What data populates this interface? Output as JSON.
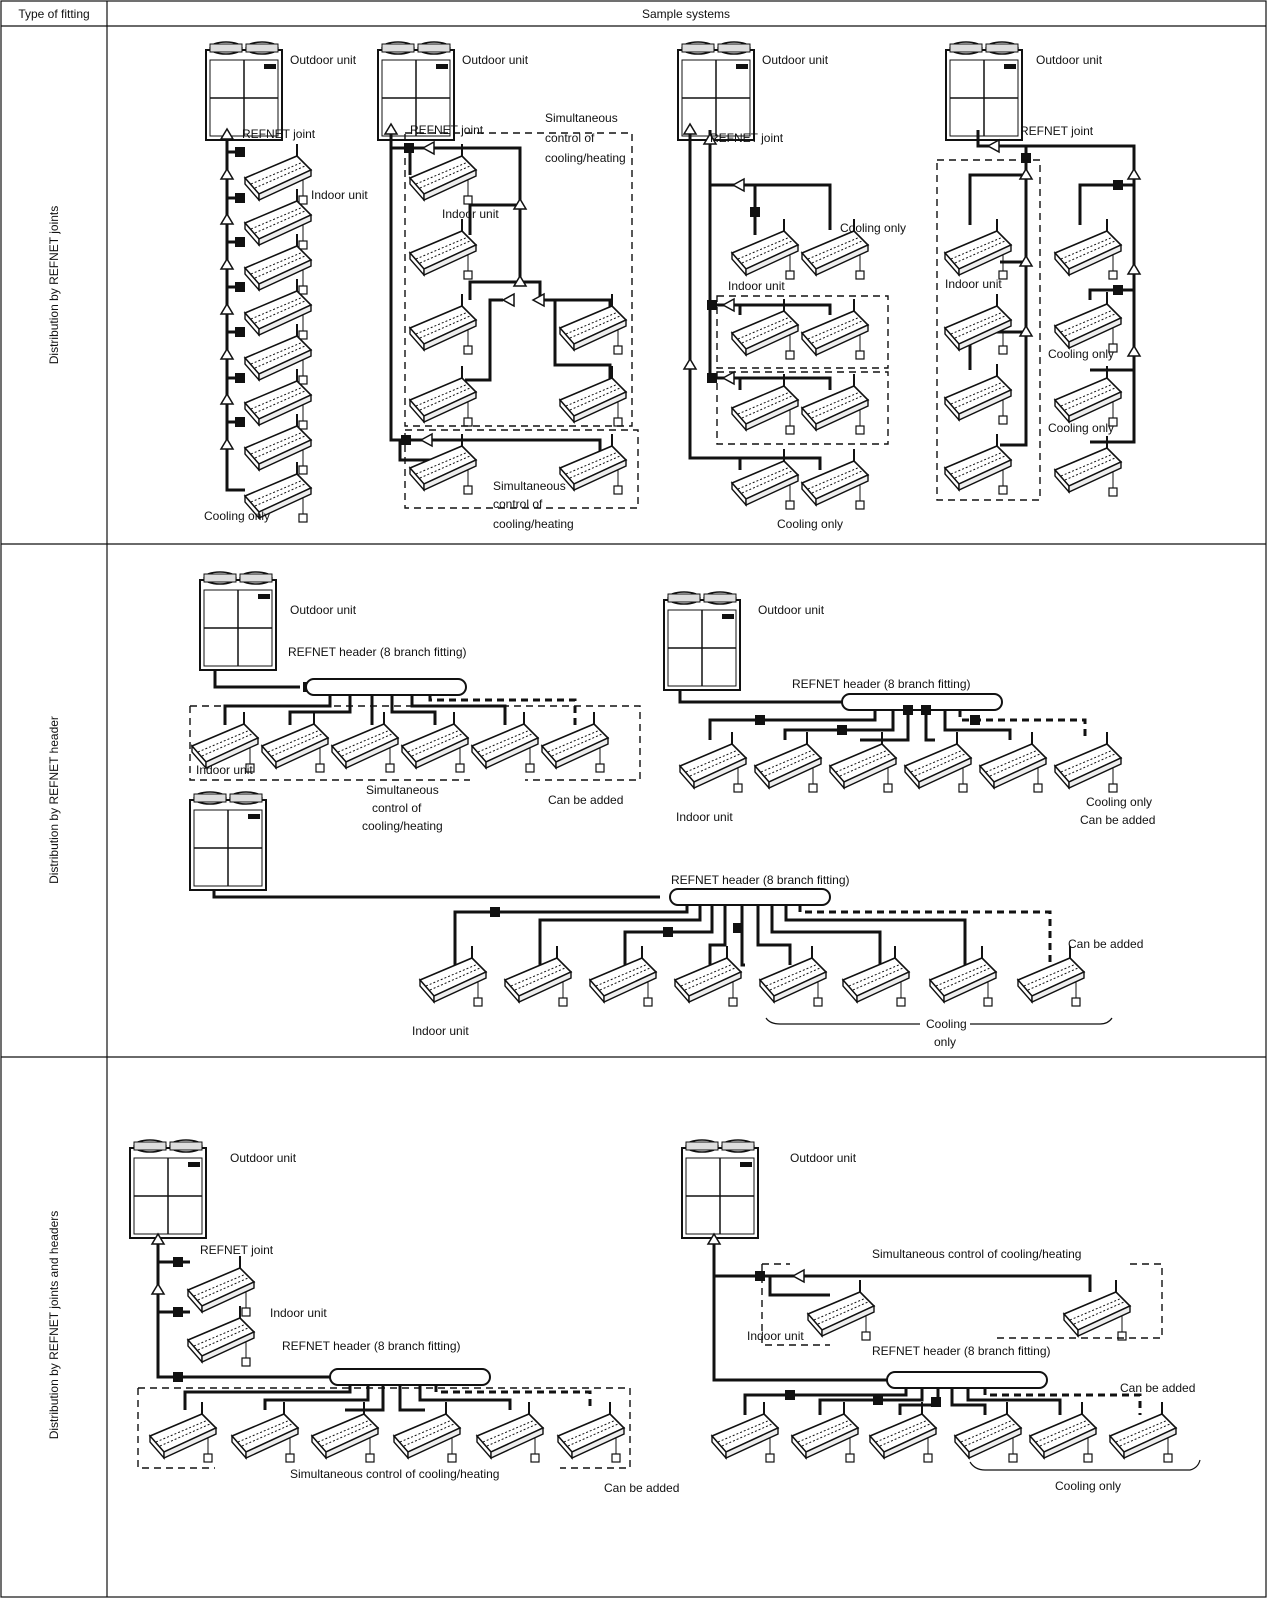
{
  "table": {
    "col_type": "Type of fitting",
    "col_samples": "Sample systems",
    "rows": [
      "Distribution by REFNET joints",
      "Distribution by REFNET header",
      "Distribution by REFNET joints and headers"
    ]
  },
  "labels": {
    "outdoor_unit": "Outdoor unit",
    "refnet_joint": "REFNET joint",
    "indoor_unit": "Indoor unit",
    "cooling_only": "Cooling only",
    "sim_line1": "Simultaneous",
    "sim_line2": "control of",
    "sim_line3": "cooling/heating",
    "refnet_header": "REFNET header (8 branch fitting)",
    "can_be_added": "Can be added",
    "cooling_word": "Cooling",
    "only_word": "only",
    "sim_full": "Simultaneous control of cooling/heating"
  }
}
